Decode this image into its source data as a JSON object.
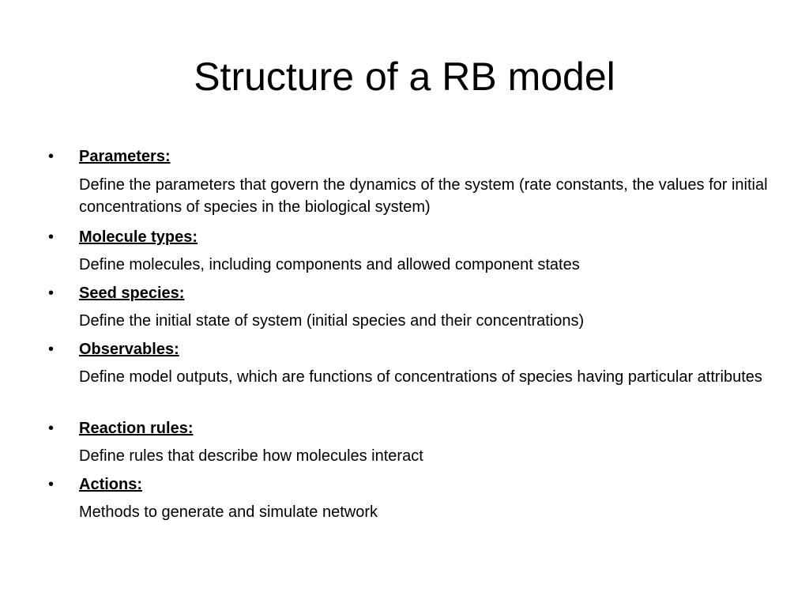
{
  "slide": {
    "title": "Structure of a RB model",
    "items": [
      {
        "bullet": "•",
        "heading": "Parameters:",
        "description": "Define the parameters that govern the dynamics of the system (rate constants, the values for initial concentrations of species in the biological system)"
      },
      {
        "bullet": "•",
        "heading": "Molecule types:",
        "description": "Define molecules, including components and allowed component states"
      },
      {
        "bullet": "•",
        "heading": "Seed species:",
        "description": "Define the initial state of system (initial species and their concentrations)"
      },
      {
        "bullet": "•",
        "heading": "Observables:",
        "description": "Define model outputs, which are functions of concentrations of species having particular attributes"
      },
      {
        "bullet": "•",
        "heading": "Reaction rules:",
        "description": "Define rules that describe how molecules interact"
      },
      {
        "bullet": "•",
        "heading": "Actions:",
        "description": "Methods to generate and simulate network"
      }
    ]
  }
}
